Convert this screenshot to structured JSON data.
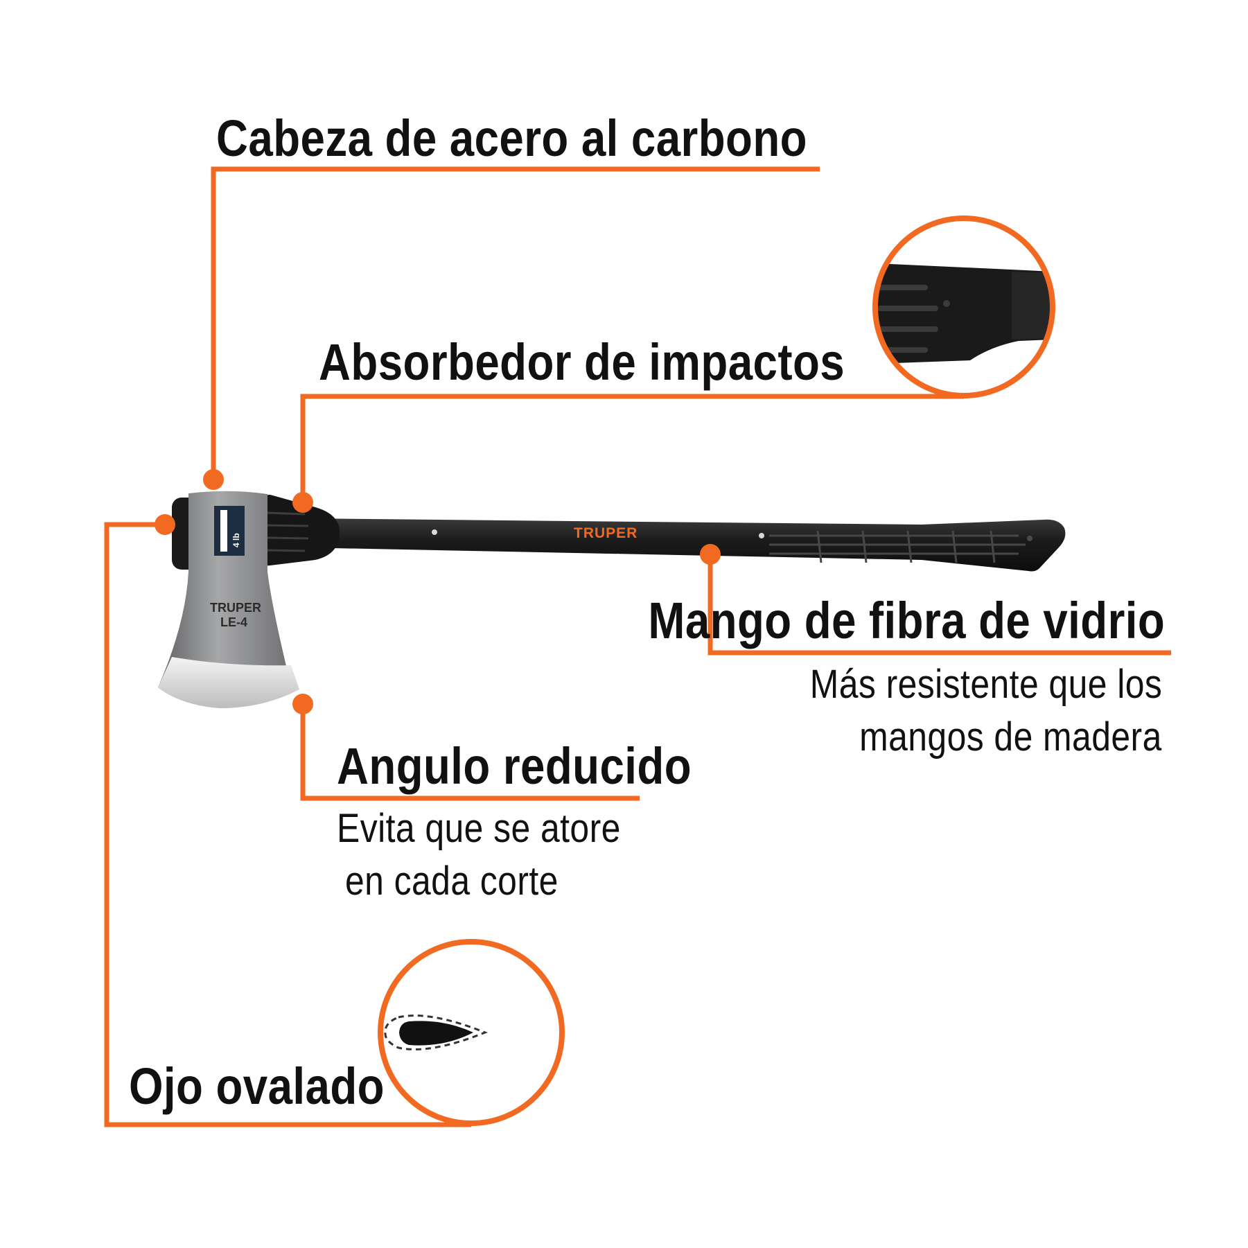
{
  "colors": {
    "accent": "#f26a21",
    "text": "#111111",
    "handle": "#1c1c1c",
    "steel": "#8d8e90"
  },
  "callouts": {
    "head": {
      "title": "Cabeza de acero al carbono"
    },
    "shock": {
      "title": "Absorbedor de impactos"
    },
    "handle": {
      "title": "Mango de fibra de vidrio",
      "desc_line1": "Más resistente que los",
      "desc_line2": "mangos de madera"
    },
    "angle": {
      "title": "Angulo reducido",
      "desc_line1": "Evita que se atore",
      "desc_line2": "en cada corte"
    },
    "eye": {
      "title": "Ojo ovalado"
    }
  },
  "product": {
    "brand_on_handle": "TRUPER",
    "brand_on_head": "TRUPER",
    "model_on_head": "LE-4",
    "weight_on_label": "4 lb"
  }
}
